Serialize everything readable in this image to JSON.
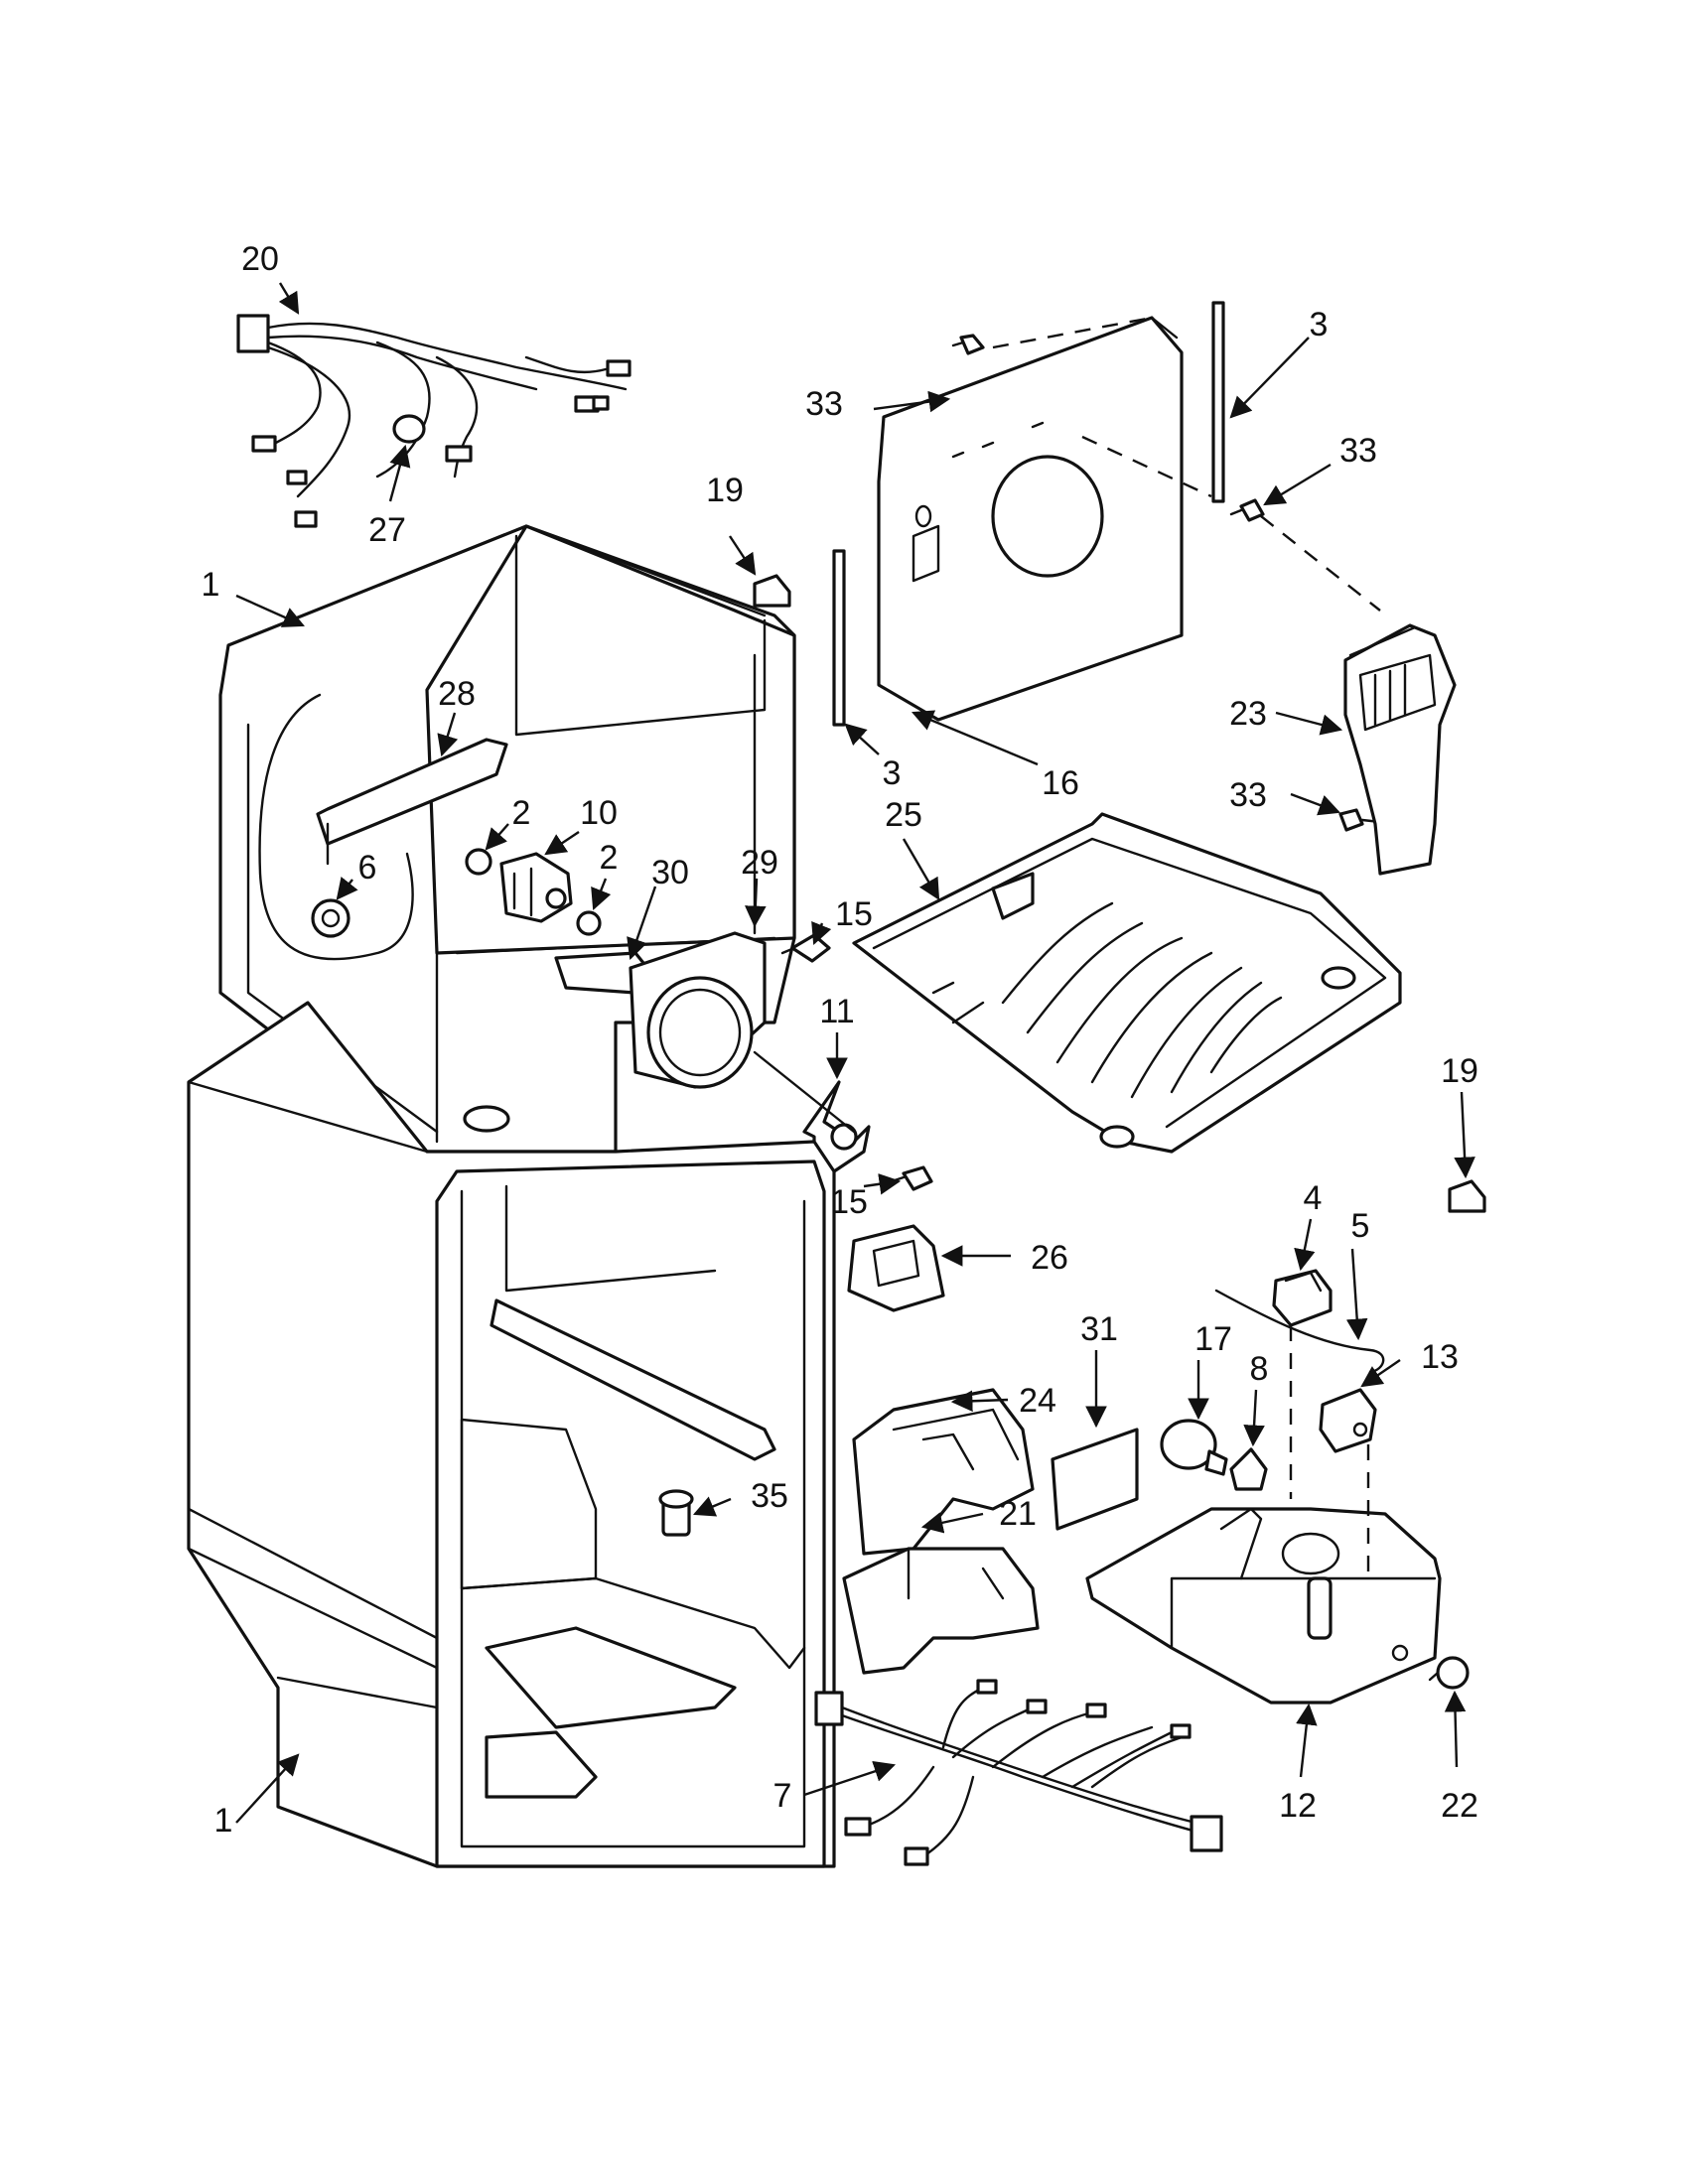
{
  "callouts": [
    {
      "id": "c20a",
      "text": "20"
    },
    {
      "id": "c27",
      "text": "27"
    },
    {
      "id": "c1a",
      "text": "1"
    },
    {
      "id": "c28",
      "text": "28"
    },
    {
      "id": "c2a",
      "text": "2"
    },
    {
      "id": "c10",
      "text": "10"
    },
    {
      "id": "c2b",
      "text": "2"
    },
    {
      "id": "c6",
      "text": "6"
    },
    {
      "id": "c30",
      "text": "30"
    },
    {
      "id": "c29",
      "text": "29"
    },
    {
      "id": "c19a",
      "text": "19"
    },
    {
      "id": "c33a",
      "text": "33"
    },
    {
      "id": "c3a",
      "text": "3"
    },
    {
      "id": "c33b",
      "text": "33"
    },
    {
      "id": "c3b",
      "text": "3"
    },
    {
      "id": "c16",
      "text": "16"
    },
    {
      "id": "c23",
      "text": "23"
    },
    {
      "id": "c33c",
      "text": "33"
    },
    {
      "id": "c25",
      "text": "25"
    },
    {
      "id": "c15a",
      "text": "15"
    },
    {
      "id": "c11",
      "text": "11"
    },
    {
      "id": "c15b",
      "text": "15"
    },
    {
      "id": "c19b",
      "text": "19"
    },
    {
      "id": "c26",
      "text": "26"
    },
    {
      "id": "c4",
      "text": "4"
    },
    {
      "id": "c5",
      "text": "5"
    },
    {
      "id": "c31",
      "text": "31"
    },
    {
      "id": "c17",
      "text": "17"
    },
    {
      "id": "c8",
      "text": "8"
    },
    {
      "id": "c13",
      "text": "13"
    },
    {
      "id": "c24",
      "text": "24"
    },
    {
      "id": "c35",
      "text": "35"
    },
    {
      "id": "c21",
      "text": "21"
    },
    {
      "id": "c12",
      "text": "12"
    },
    {
      "id": "c22",
      "text": "22"
    },
    {
      "id": "c7",
      "text": "7"
    },
    {
      "id": "c1b",
      "text": "1"
    }
  ]
}
